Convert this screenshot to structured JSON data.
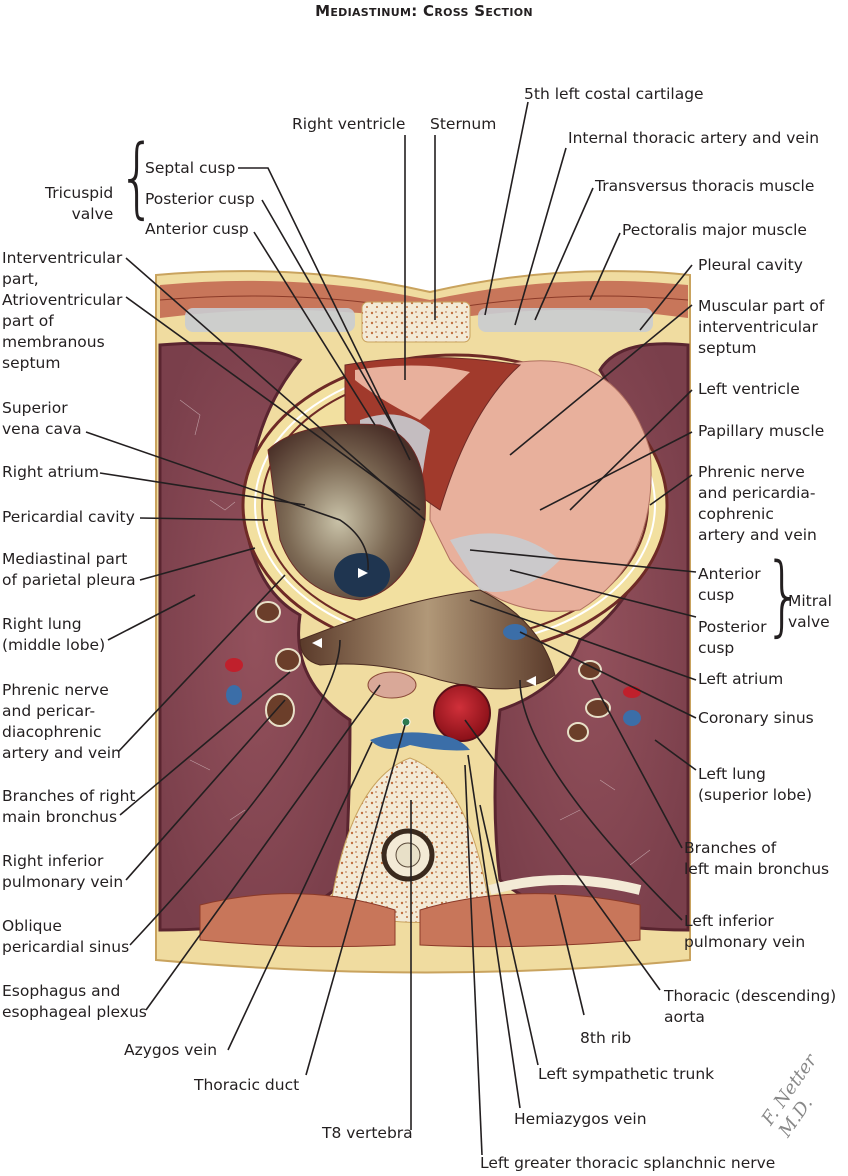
{
  "title": "Mediastinum: Cross Section",
  "colors": {
    "lung": "#8a4a55",
    "lung_dark": "#6e3844",
    "fat": "#f2e6b8",
    "muscle": "#c8765a",
    "myocardium": "#e8b09c",
    "myocardium_dark": "#8b2a22",
    "atrium": "#7a5a48",
    "aorta": "#b51a28",
    "vein_blue": "#3b6ea8",
    "bone": "#f3ead6",
    "bone_speck": "#b8602f",
    "valve": "#c8ccd0",
    "line": "#231f20"
  },
  "groups": {
    "tricuspid": {
      "label": "Tricuspid\nvalve",
      "cusps": [
        "Septal cusp",
        "Posterior cusp",
        "Anterior cusp"
      ]
    },
    "mitral": {
      "label": "Mitral\nvalve",
      "cusps": [
        "Anterior\ncusp",
        "Posterior\ncusp"
      ]
    }
  },
  "labels": {
    "left_side": [
      "Interventricular\npart,\nAtrioventricular\npart of\nmembranous\nseptum",
      "Superior\nvena cava",
      "Right atrium",
      "Pericardial cavity",
      "Mediastinal part\nof parietal pleura",
      "Right lung\n(middle lobe)",
      "Phrenic nerve\nand pericar-\ndiacophrenic\nartery and vein",
      "Branches of right\nmain bronchus",
      "Right inferior\npulmonary vein",
      "Oblique\npericardial sinus",
      "Esophagus and\nesophageal plexus"
    ],
    "top": [
      "Right ventricle",
      "Sternum",
      "5th left costal cartilage",
      "Internal thoracic artery and vein",
      "Transversus thoracis muscle",
      "Pectoralis major muscle"
    ],
    "right_side": [
      "Pleural cavity",
      "Muscular part of\ninterventricular\nseptum",
      "Left ventricle",
      "Papillary muscle",
      "Phrenic nerve\nand pericardia-\ncophrenic\nartery and vein",
      "Left atrium",
      "Coronary sinus",
      "Left lung\n(superior lobe)",
      "Branches of\nleft main bronchus",
      "Left inferior\npulmonary vein",
      "Thoracic (descending)\naorta"
    ],
    "bottom": [
      "Azygos vein",
      "Thoracic duct",
      "T8 vertebra",
      "8th rib",
      "Left sympathetic trunk",
      "Hemiazygos vein",
      "Left greater thoracic splanchnic nerve"
    ]
  },
  "signature": "F. Netter M.D."
}
